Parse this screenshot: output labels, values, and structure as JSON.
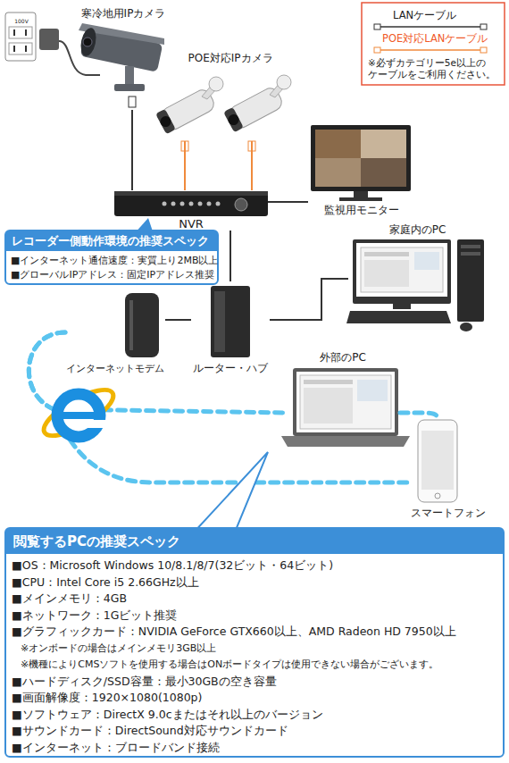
{
  "diagram": {
    "nodes": [
      {
        "text": [
          "寒冷地用IPカメラ"
        ]
      },
      {
        "text": [
          "POE対応IPカメラ"
        ]
      },
      {
        "text": [
          "NVR"
        ]
      },
      {
        "text": [
          "監視用モニター"
        ]
      },
      {
        "text": [
          "レコーダー側動作環境の推奨スペック",
          "■インターネット通信速度：実質上り2MB以上",
          "■グローバルIPアドレス：固定IPアドレス推奨"
        ]
      },
      {
        "text": [
          "家庭内のPC"
        ]
      },
      {
        "text": [
          "インターネットモデム"
        ]
      },
      {
        "text": [
          "ルーター・ハブ"
        ]
      },
      {
        "text": [
          "外部のPC"
        ]
      },
      {
        "text": [
          "スマートフォン"
        ]
      },
      {
        "text": [
          "閲覧するPCの推奨スペック",
          "■OS：Microsoft Windows 10/8.1/8/7(32ビット・64ビット)",
          "■CPU：Intel Core i5 2.66GHz以上",
          "■メインメモリ：4GB",
          "■ネットワーク：1Gビット推奨",
          "■グラフィックカード：NVIDIA GeForce GTX660以上、AMD Radeon HD 7950以上",
          "※オンボードの場合はメインメモリ3GB以上",
          "※機種によりCMSソフトを使用する場合はONボードタイプは使用できない場合がございます。",
          "■ハードディスク/SSD容量：最小30GBの空き容量",
          "■画面解像度：1920×1080(1080p)",
          "■ソフトウェア：DirectX 9.0cまたはそれ以上のバージョン",
          "■サウンドカード：DirectSound対応サウンドカード",
          "■インターネット：ブロードバンド接続"
        ]
      }
    ],
    "edges": [
      {
        "from": 0,
        "to": 2,
        "arrow": "none"
      },
      {
        "from": 1,
        "to": 2,
        "arrow": "none"
      },
      {
        "from": 1,
        "to": 2,
        "arrow": "none"
      },
      {
        "from": 2,
        "to": 3,
        "arrow": "none"
      },
      {
        "from": 2,
        "to": 7,
        "arrow": "none"
      },
      {
        "from": 7,
        "to": 6,
        "arrow": "none"
      },
      {
        "from": 7,
        "to": 5,
        "arrow": "none"
      },
      {
        "from": 6,
        "to": 8,
        "arrow": "none"
      },
      {
        "from": 6,
        "to": 9,
        "arrow": "none"
      },
      {
        "from": 8,
        "to": 9,
        "arrow": "none"
      }
    ],
    "labels": [
      "100V",
      "※必ずカテゴリー5e以上の ケーブルをご利用ください。"
    ],
    "legend": [
      {
        "text": "LANケーブル"
      },
      {
        "text": "POE対応LANケーブル"
      }
    ]
  }
}
